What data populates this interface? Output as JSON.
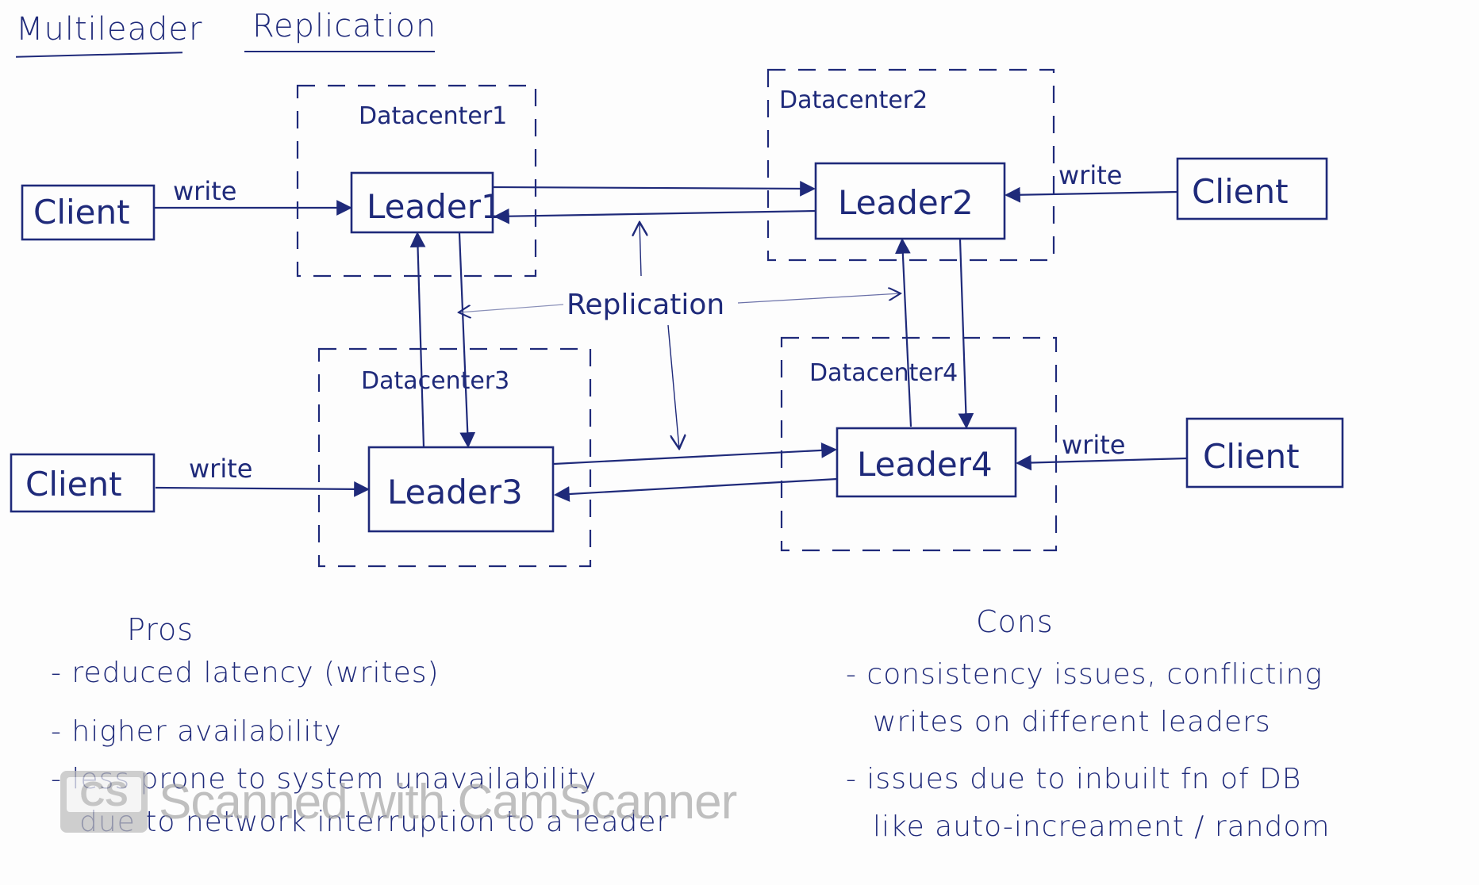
{
  "title": {
    "part1": "Multileader",
    "part2": "Replication"
  },
  "diagram": {
    "datacenters": [
      {
        "label": "Datacenter1",
        "leader": "Leader1"
      },
      {
        "label": "Datacenter2",
        "leader": "Leader2"
      },
      {
        "label": "Datacenter3",
        "leader": "Leader3"
      },
      {
        "label": "Datacenter4",
        "leader": "Leader4"
      }
    ],
    "clients": [
      {
        "label": "Client",
        "edge_label": "write",
        "target": "Leader1"
      },
      {
        "label": "Client",
        "edge_label": "write",
        "target": "Leader2"
      },
      {
        "label": "Client",
        "edge_label": "write",
        "target": "Leader3"
      },
      {
        "label": "Client",
        "edge_label": "write",
        "target": "Leader4"
      }
    ],
    "replication_label": "Replication",
    "replication_links": [
      [
        "Leader1",
        "Leader2"
      ],
      [
        "Leader1",
        "Leader3"
      ],
      [
        "Leader2",
        "Leader4"
      ],
      [
        "Leader3",
        "Leader4"
      ]
    ],
    "ink_color": "#1f2a7a"
  },
  "pros": {
    "title": "Pros",
    "items": [
      "- reduced latency (writes)",
      "- higher availability",
      "- less prone to system unavailability",
      "  due to network interruption to a leader"
    ]
  },
  "cons": {
    "title": "Cons",
    "items": [
      "- consistency issues, conflicting",
      "  writes on different leaders",
      "- issues due to inbuilt fn of DB",
      "  like auto-increament / random"
    ]
  },
  "watermark": {
    "logo_text": "CS",
    "text": "Scanned with CamScanner"
  }
}
